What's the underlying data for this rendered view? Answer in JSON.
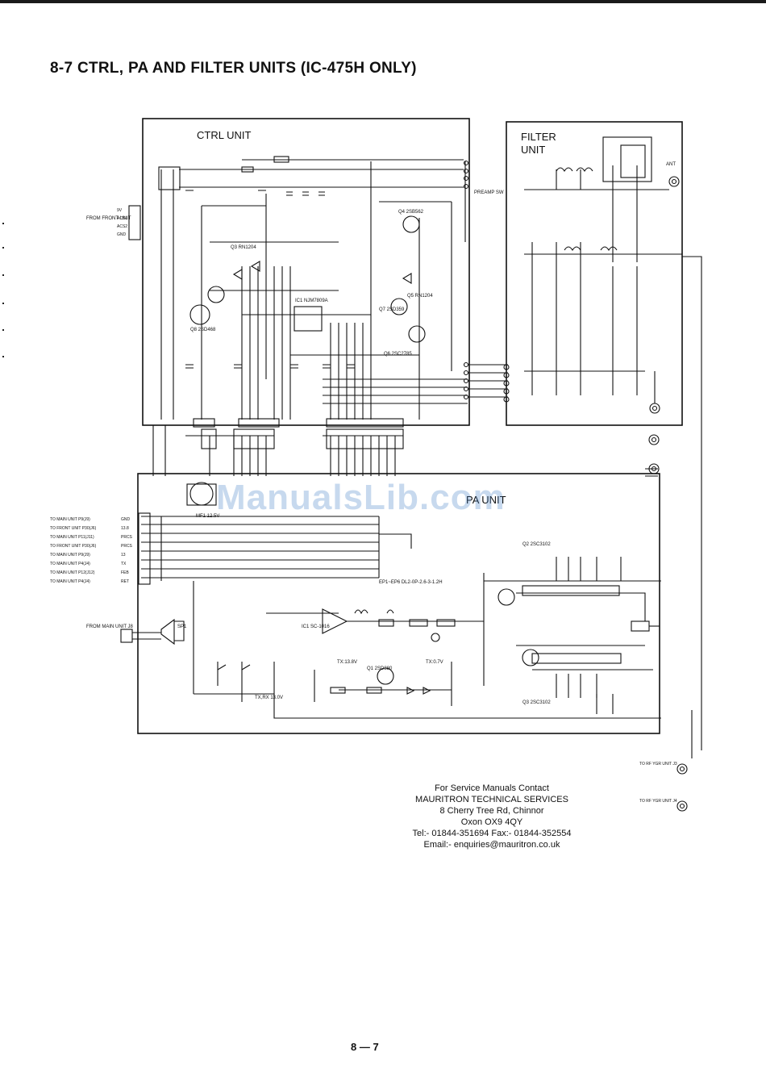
{
  "page": {
    "title": "8-7  CTRL, PA AND FILTER UNITS (IC-475H ONLY)",
    "page_number": "8 — 7"
  },
  "units": {
    "ctrl": "CTRL UNIT",
    "filter_line1": "FILTER",
    "filter_line2": "UNIT",
    "pa": "PA UNIT"
  },
  "watermark": "ManualsLib.com",
  "contact": {
    "line1": "For Service Manuals Contact",
    "line2": "MAURITRON TECHNICAL SERVICES",
    "line3": "8 Cherry Tree Rd, Chinnor",
    "line4": "Oxon OX9 4QY",
    "line5": "Tel:- 01844-351694 Fax:- 01844-352554",
    "line6": "Email:- enquiries@mauritron.co.uk"
  },
  "labels": {
    "from_front_unit": "FROM FRONT UNIT",
    "from_main_unit": "FROM MAIN UNIT J8",
    "to_rf_ygr_j3": "TO RF YGR UNIT J3",
    "to_rf_ygr_j4": "TO RF YGR UNIT J4",
    "ant": "ANT",
    "ic1_ctrl": "IC1 NJM7809A",
    "q1_pa": "Q1 2SD880",
    "q2_pa": "Q2 2SC3102",
    "q3_pa": "Q3 2SC3102",
    "ic1_pa": "IC1 SC-1016",
    "ep_note": "EP1~EP6 DL2-0P-2.6-3-1.2H",
    "q4": "Q4 2SB562",
    "q5": "Q5 RN1204",
    "q6": "Q6 2SC2785",
    "q7": "Q7 2SD359",
    "q8": "Q8 2SD468",
    "q3_ctrl": "Q3 RN1204",
    "mf1": "MF1 12.5V",
    "sp1": "SP1",
    "preamp_sw": "PREAMP SW",
    "tx_rx_13": "TX,RX 13.0V",
    "tx_13_8": "TX:13.8V",
    "tx_0_7": "TX:0.7V"
  },
  "pin_labels": {
    "p1_front": [
      "9V",
      "ACS1",
      "ACS2",
      "GND"
    ],
    "main_unit_refs": [
      "TO MAIN UNIT P9(J9)",
      "TO FRONT UNIT P30(J6)",
      "TO MAIN UNIT P11(J11)",
      "TO FRONT UNIT P30(J6)",
      "TO MAIN UNIT P9(J9)",
      "TO MAIN UNIT P4(J4)",
      "TO MAIN UNIT P12(J12)",
      "TO MAIN UNIT P4(J4)"
    ],
    "main_unit_signals": [
      "GND",
      "13.8",
      "PRCS",
      "PRCS",
      "13",
      "TX",
      "FEB",
      "RET"
    ]
  },
  "colors": {
    "ink": "#111111",
    "watermark": "#4682c8"
  }
}
